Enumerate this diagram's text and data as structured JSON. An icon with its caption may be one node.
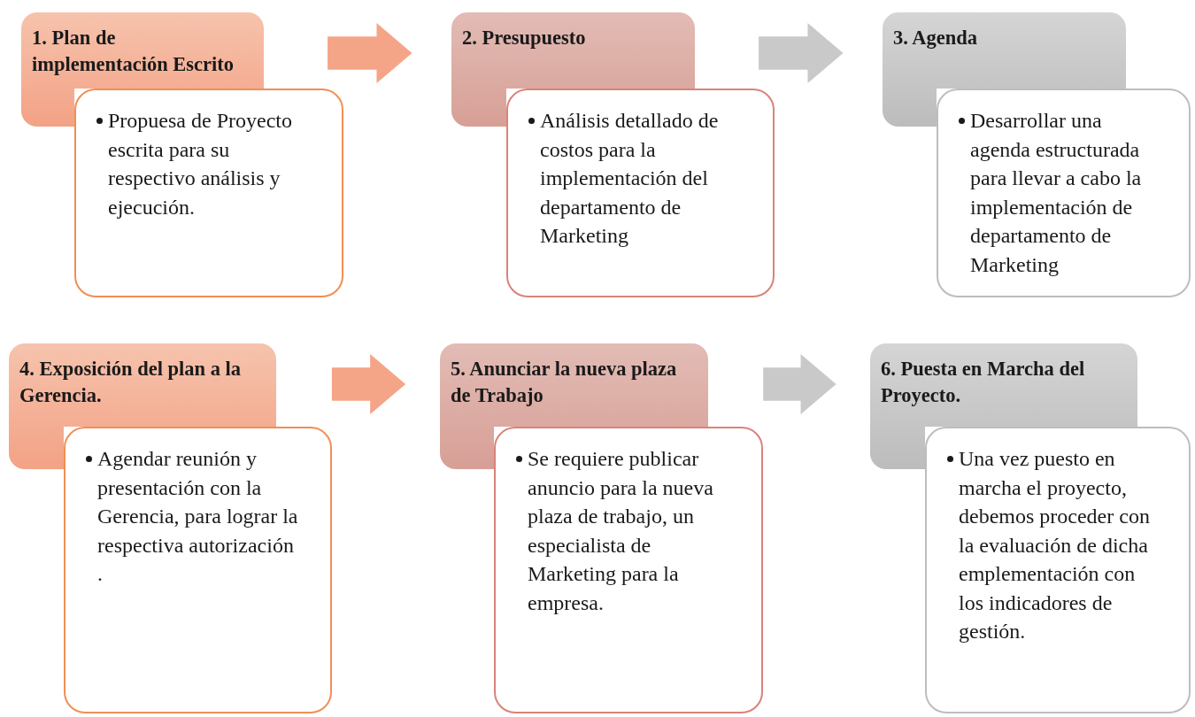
{
  "diagram": {
    "nodes": [
      {
        "text": [
          "1. Plan de implementación Escrito"
        ]
      },
      {
        "text": [
          "Propuesa de Proyecto escrita para su respectivo análisis y ejecución."
        ]
      },
      {
        "text": [
          "2. Presupuesto"
        ]
      },
      {
        "text": [
          "Análisis detallado de costos para la implementación del departamento de Marketing"
        ]
      },
      {
        "text": [
          "3. Agenda"
        ]
      },
      {
        "text": [
          "Desarrollar una agenda estructurada para llevar a cabo la implementación de departamento de Marketing"
        ]
      },
      {
        "text": [
          "4. Exposición del plan a la Gerencia."
        ]
      },
      {
        "text": [
          "Agendar reunión y presentación con la Gerencia, para lograr la respectiva autorización ."
        ]
      },
      {
        "text": [
          "5. Anunciar la nueva plaza de Trabajo"
        ]
      },
      {
        "text": [
          "Se requiere publicar anuncio para la nueva plaza de trabajo, un especialista de Marketing para la empresa."
        ]
      },
      {
        "text": [
          "6. Puesta en Marcha del Proyecto."
        ]
      },
      {
        "text": [
          "Una vez puesto en marcha el proyecto, debemos proceder con la evaluación de dicha emplementación con los indicadores de gestión."
        ]
      }
    ],
    "edges": [
      {
        "from": 0,
        "to": 2,
        "arrow": "to",
        "style": "thick",
        "color": "#f5a587"
      },
      {
        "from": 2,
        "to": 4,
        "arrow": "to",
        "style": "thick",
        "color": "#c9c9c9"
      },
      {
        "from": 6,
        "to": 8,
        "arrow": "to",
        "style": "thick",
        "color": "#f5a587"
      },
      {
        "from": 8,
        "to": 10,
        "arrow": "to",
        "style": "thick",
        "color": "#c9c9c9"
      }
    ]
  }
}
